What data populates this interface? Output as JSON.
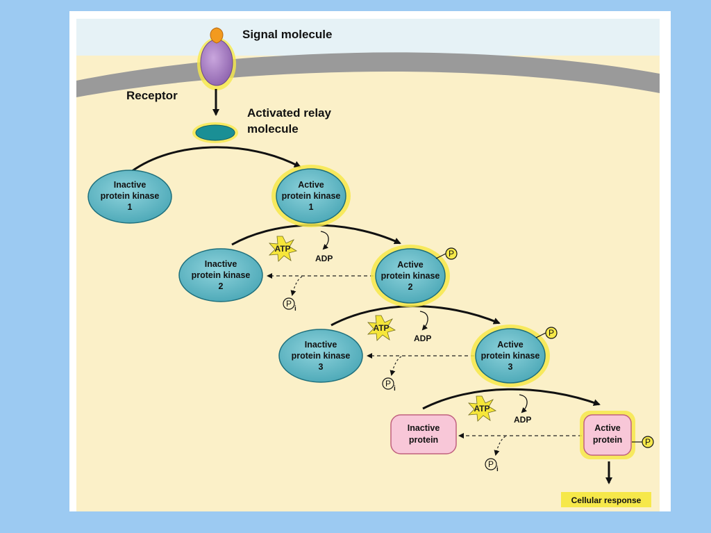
{
  "labels": {
    "signal_molecule": "Signal molecule",
    "receptor": "Receptor",
    "relay_line1": "Activated relay",
    "relay_line2": "molecule",
    "cellular_response": "Cellular response",
    "atp": "ATP",
    "adp": "ADP",
    "p": "P",
    "i": "i"
  },
  "kinases": [
    {
      "inactive": [
        "Inactive",
        "protein kinase",
        "1"
      ],
      "active": [
        "Active",
        "protein kinase",
        "1"
      ]
    },
    {
      "inactive": [
        "Inactive",
        "protein kinase",
        "2"
      ],
      "active": [
        "Active",
        "protein kinase",
        "2"
      ]
    },
    {
      "inactive": [
        "Inactive",
        "protein kinase",
        "3"
      ],
      "active": [
        "Active",
        "protein kinase",
        "3"
      ]
    }
  ],
  "protein": {
    "inactive": [
      "Inactive",
      "protein"
    ],
    "active": [
      "Active",
      "protein"
    ]
  },
  "colors": {
    "background": "#9ccaf2",
    "cytoplasm": "#fbf0c8",
    "exterior": "#e6f2f6",
    "membrane": "#9a9a9a",
    "kinase_fill": "#5fb5c2",
    "kinase_stroke": "#1e6f7c",
    "protein_fill": "#f8c7d8",
    "protein_stroke": "#c0607e",
    "glow": "#f6e84a",
    "receptor": "#a77cc0",
    "signal": "#f29a1e",
    "relay": "#1a8f95",
    "atp_burst": "#f6e63a"
  }
}
